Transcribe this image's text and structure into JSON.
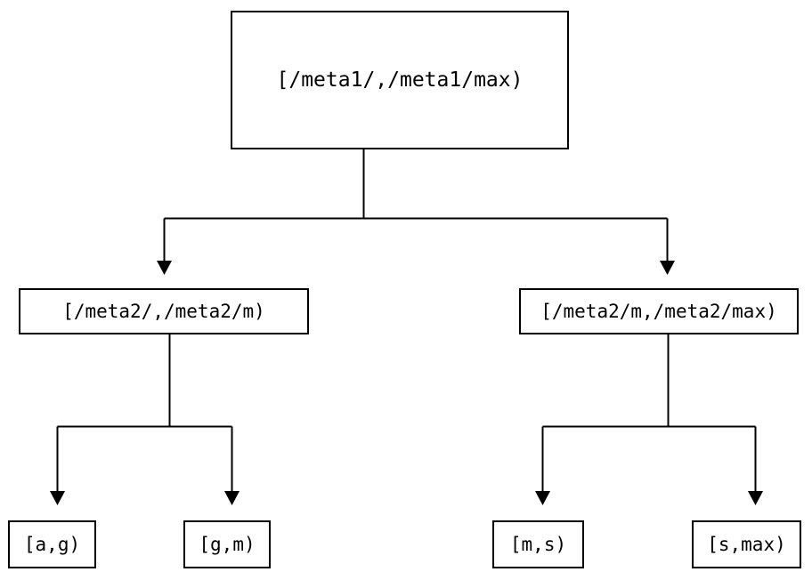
{
  "diagram": {
    "type": "tree",
    "title": "",
    "background_color": "#ffffff",
    "stroke_color": "#000000",
    "text_color": "#000000",
    "nodes": {
      "root": {
        "label": "[/meta1/,/meta1/max)"
      },
      "mid_left": {
        "label": "[/meta2/,/meta2/m)"
      },
      "mid_right": {
        "label": "[/meta2/m,/meta2/max)"
      },
      "leaf_ag": {
        "label": "[a,g)"
      },
      "leaf_gm": {
        "label": "[g,m)"
      },
      "leaf_ms": {
        "label": "[m,s)"
      },
      "leaf_smax": {
        "label": "[s,max)"
      }
    }
  }
}
